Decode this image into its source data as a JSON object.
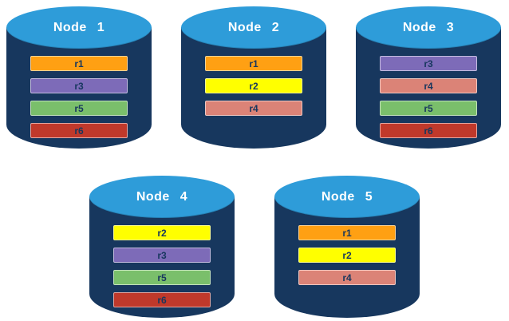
{
  "diagram": {
    "description": "Five database node cylinders showing replica placement",
    "style": {
      "cylinder_body_color": "#17375E",
      "cylinder_top_color": "#2E9CD9",
      "title_text_color": "#ffffff",
      "bar_text_color": "#17375E"
    },
    "replica_colors": {
      "r1": "#FFA013",
      "r2": "#FFFF00",
      "r3": "#7D6BB8",
      "r4": "#DB8377",
      "r5": "#7ABF6B",
      "r6": "#C0392B"
    }
  },
  "nodes": [
    {
      "name": "Node 1",
      "rows": [
        {
          "label": "r1",
          "color": "#FFA013"
        },
        {
          "label": "r3",
          "color": "#7D6BB8"
        },
        {
          "label": "r5",
          "color": "#7ABF6B"
        },
        {
          "label": "r6",
          "color": "#C0392B"
        }
      ]
    },
    {
      "name": "Node 2",
      "rows": [
        {
          "label": "r1",
          "color": "#FFA013"
        },
        {
          "label": "r2",
          "color": "#FFFF00"
        },
        {
          "label": "r4",
          "color": "#DB8377"
        }
      ]
    },
    {
      "name": "Node 3",
      "rows": [
        {
          "label": "r3",
          "color": "#7D6BB8"
        },
        {
          "label": "r4",
          "color": "#DB8377"
        },
        {
          "label": "r5",
          "color": "#7ABF6B"
        },
        {
          "label": "r6",
          "color": "#C0392B"
        }
      ]
    },
    {
      "name": "Node 4",
      "rows": [
        {
          "label": "r2",
          "color": "#FFFF00"
        },
        {
          "label": "r3",
          "color": "#7D6BB8"
        },
        {
          "label": "r5",
          "color": "#7ABF6B"
        },
        {
          "label": "r6",
          "color": "#C0392B"
        }
      ]
    },
    {
      "name": "Node 5",
      "rows": [
        {
          "label": "r1",
          "color": "#FFA013"
        },
        {
          "label": "r2",
          "color": "#FFFF00"
        },
        {
          "label": "r4",
          "color": "#DB8377"
        }
      ]
    }
  ]
}
